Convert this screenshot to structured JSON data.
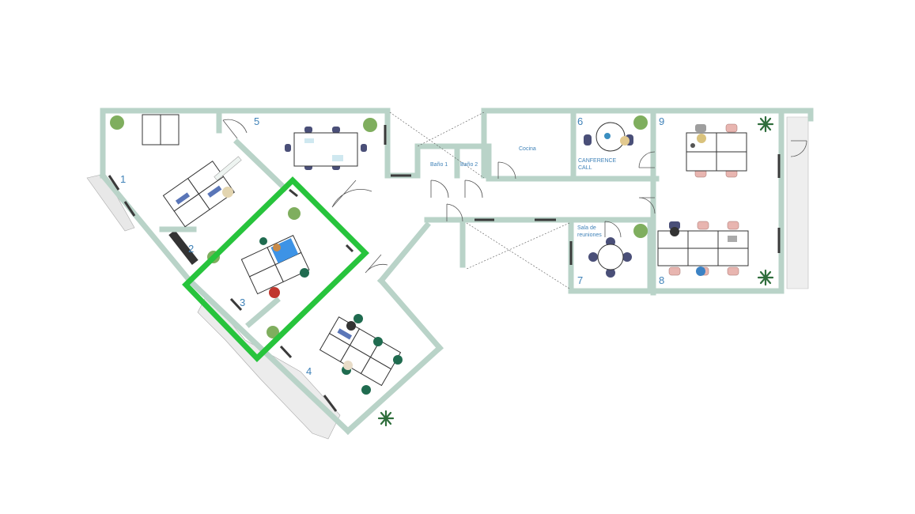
{
  "rooms": [
    {
      "number": "1"
    },
    {
      "number": "2"
    },
    {
      "number": "3",
      "selected": true
    },
    {
      "number": "4"
    },
    {
      "number": "5"
    },
    {
      "number": "6"
    },
    {
      "number": "7"
    },
    {
      "number": "8"
    },
    {
      "number": "9"
    }
  ],
  "labels": {
    "bath1": "Baño 1",
    "bath2": "Baño 2",
    "kitchen": "Cocina",
    "conference_line1": "CANFERENCE",
    "conference_line2": "CALL",
    "meeting_line1": "Sala de",
    "meeting_line2": "reuniones"
  },
  "colors": {
    "wall": "#b9d3c8",
    "selection": "#27c43c",
    "room_number": "#3f82b8",
    "window": "#3a3a3a"
  },
  "icons": [
    "plant-icon",
    "palm-icon",
    "chair-icon",
    "desk-icon",
    "door-swing-icon",
    "person-icon"
  ]
}
